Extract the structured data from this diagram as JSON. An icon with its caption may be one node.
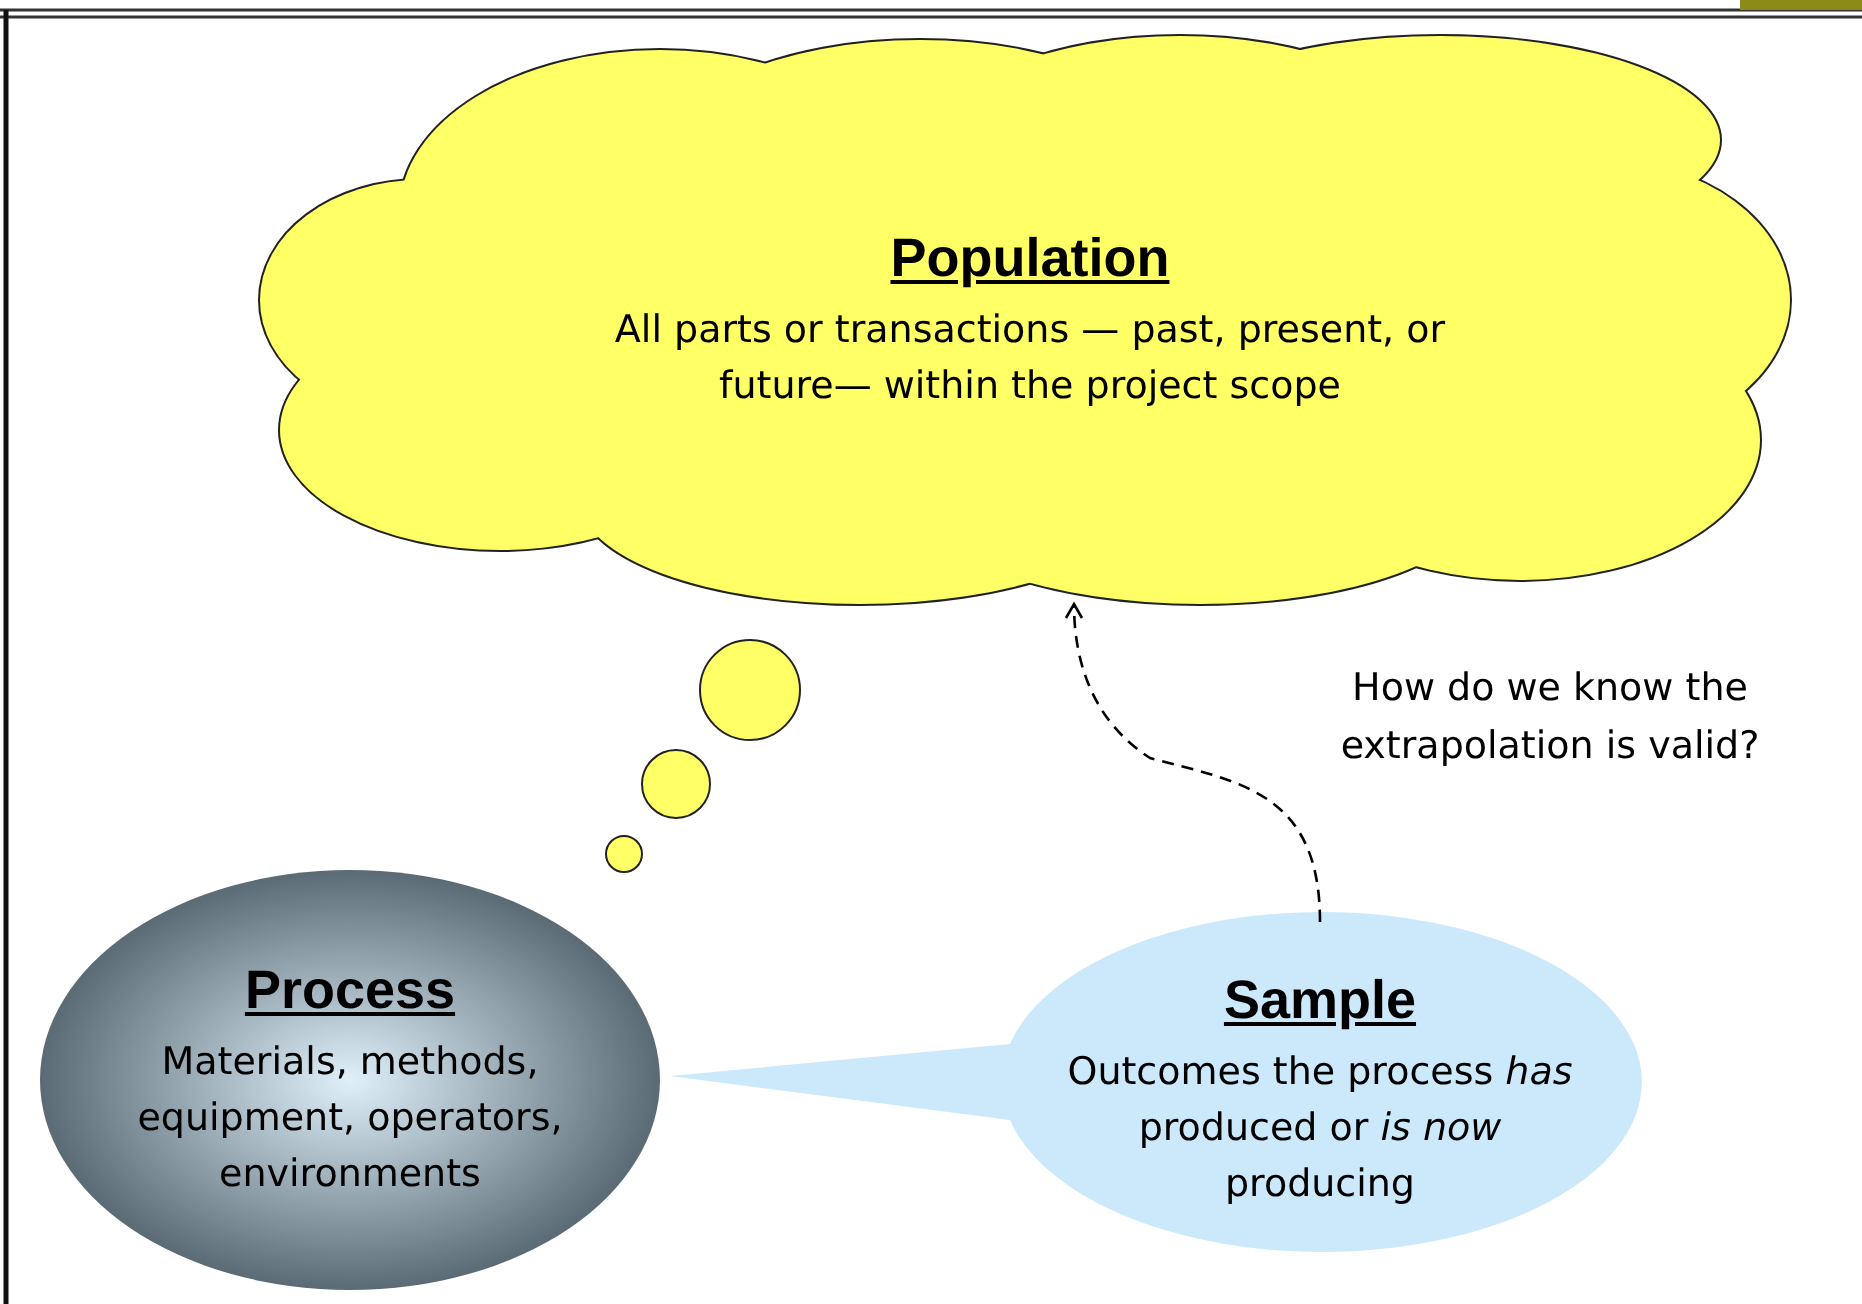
{
  "diagram": {
    "nodes": [
      {
        "text": [
          "Population",
          "All parts or transactions — past, present, or future— within the project scope"
        ]
      },
      {
        "text": [
          "Process",
          "Materials, methods, equipment, operators, environments"
        ]
      },
      {
        "text": [
          "Sample",
          "Outcomes the process *has* produced or *is now* producing"
        ]
      }
    ],
    "edges": [
      {
        "from": 2,
        "to": 0,
        "arrow": "to",
        "style": "dashed"
      }
    ],
    "labels": [
      "How do we know the extrapolation is valid?"
    ]
  }
}
